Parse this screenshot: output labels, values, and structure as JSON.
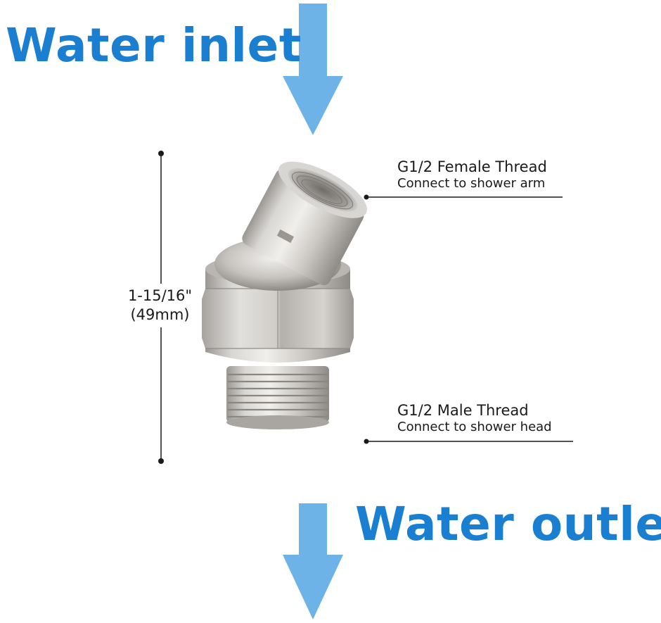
{
  "labels": {
    "inlet": "Water inlet",
    "outlet": "Water outlet"
  },
  "callouts": {
    "female": {
      "title": "G1/2 Female Thread",
      "subtitle": "Connect to shower arm"
    },
    "male": {
      "title": "G1/2 Male Thread",
      "subtitle": "Connect to shower head"
    }
  },
  "dimension": {
    "imperial": "1-15/16\"",
    "metric": "(49mm)"
  },
  "colors": {
    "label": "#1a7fd0",
    "arrow": "#6db3e8",
    "metal_light": "#e6e4e1",
    "metal_mid": "#c4c1bd",
    "metal_dark": "#8c8985"
  }
}
